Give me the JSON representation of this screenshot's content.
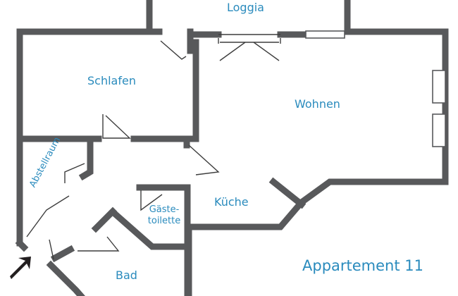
{
  "plan": {
    "title": "Appartement 11",
    "rooms": {
      "loggia": "Loggia",
      "schlafen": "Schlafen",
      "wohnen": "Wohnen",
      "abstellraum": "Abstellraum",
      "kueche": "Küche",
      "gaestetoilette": "Gäste-\ntoilette",
      "bad": "Bad"
    }
  },
  "colors": {
    "wall": "#58595b",
    "label": "#2a8bbd",
    "entrance_arrow": "#231f20"
  },
  "icons": {
    "entrance": "entrance-arrow-icon"
  }
}
